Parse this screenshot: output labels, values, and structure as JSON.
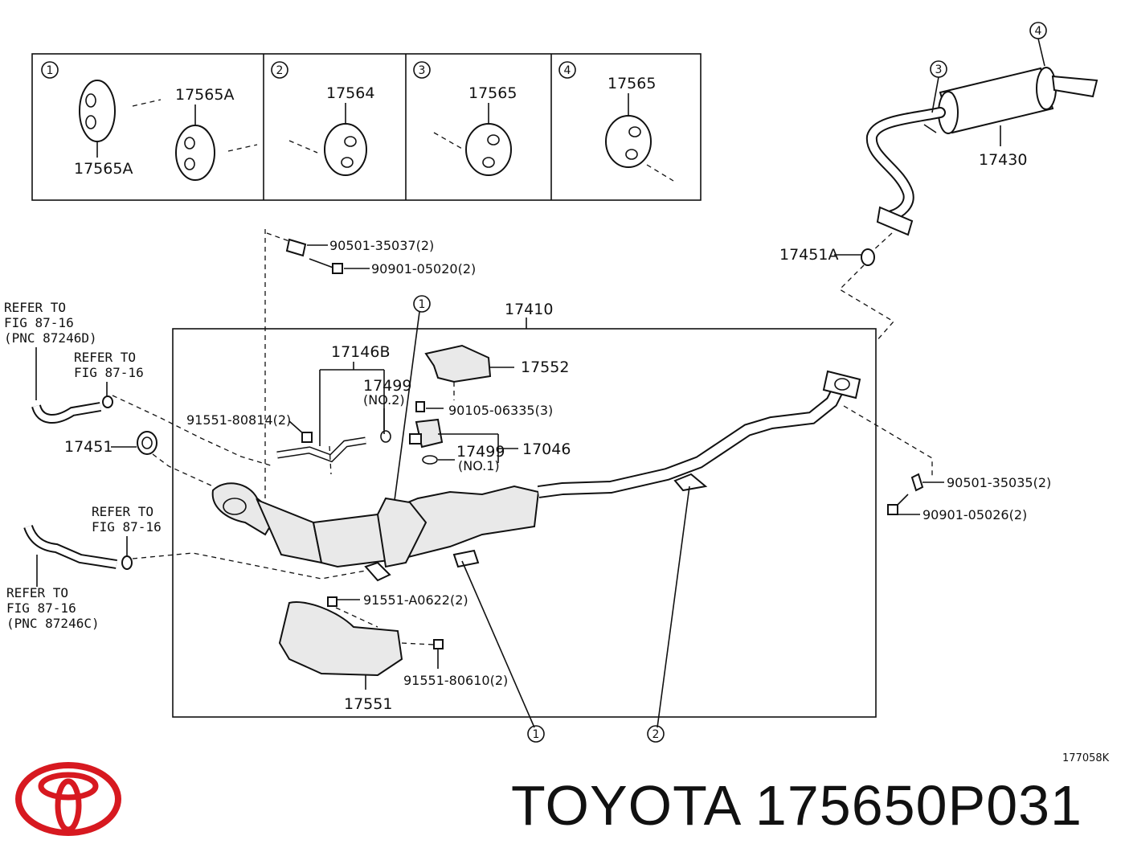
{
  "inset_panels": [
    {
      "num": "1",
      "labels": [
        "17565A",
        "17565A"
      ]
    },
    {
      "num": "2",
      "labels": [
        "17564"
      ]
    },
    {
      "num": "3",
      "labels": [
        "17565"
      ]
    },
    {
      "num": "4",
      "labels": [
        "17565"
      ]
    }
  ],
  "parts": {
    "p17410": "17410",
    "p17430": "17430",
    "p17451A": "17451A",
    "p17451": "17451",
    "p17146B": "17146B",
    "p17499_a": "17499",
    "p17499_a_note": "(NO.2)",
    "p17499_b": "17499",
    "p17499_b_note": "(NO.1)",
    "p17046": "17046",
    "p17552": "17552",
    "p17551": "17551",
    "b90501_35037": "90501-35037(2)",
    "b90901_05020": "90901-05020(2)",
    "b91551_80814": "91551-80814(2)",
    "b90105_06335": "90105-06335(3)",
    "b90501_35035": "90501-35035(2)",
    "b90901_05026": "90901-05026(2)",
    "b91551_A0622": "91551-A0622(2)",
    "b91551_80610": "91551-80610(2)"
  },
  "callouts": {
    "c3": "3",
    "c4": "4",
    "c1_top": "1",
    "c1_bottom": "1",
    "c2_bottom": "2"
  },
  "refs": {
    "ref1": [
      "REFER TO",
      "FIG 87-16",
      "(PNC 87246D)"
    ],
    "ref2": [
      "REFER TO",
      "FIG 87-16"
    ],
    "ref3": [
      "REFER TO",
      "FIG 87-16"
    ],
    "ref4": [
      "REFER TO",
      "FIG 87-16",
      "(PNC 87246C)"
    ]
  },
  "footer": {
    "code": "177058K",
    "brand_line": "TOYOTA 175650P031"
  },
  "colors": {
    "logo_red": "#d71920",
    "ink": "#111111"
  }
}
